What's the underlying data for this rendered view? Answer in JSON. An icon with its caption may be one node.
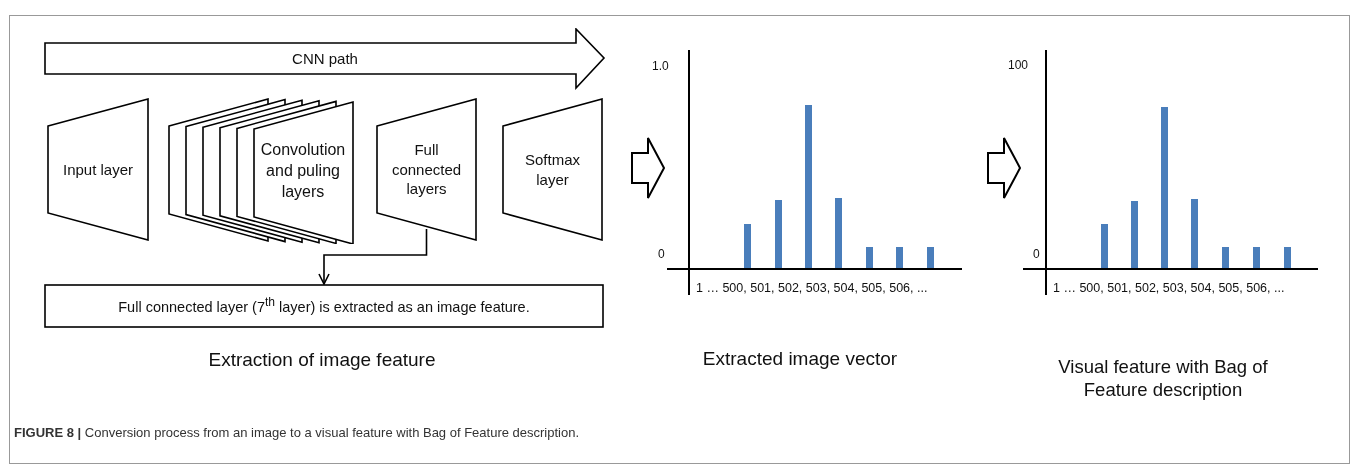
{
  "diagram": {
    "caption": "**FIGURE 8 |** Conversion process from an image to a visual feature with Bag of Feature description.",
    "nodes": [
      {
        "text": [
          "CNN path"
        ]
      },
      {
        "text": [
          "Input layer"
        ]
      },
      {
        "text": [
          "Convolution and puling layers"
        ]
      },
      {
        "text": [
          "Full connected layers"
        ]
      },
      {
        "text": [
          "Softmax layer"
        ]
      },
      {
        "text": [
          "Full connected layer (7$^{th}$ layer) is extracted as an image feature."
        ]
      },
      {
        "text": [],
        "shape": "chart"
      },
      {
        "text": [],
        "shape": "chart"
      }
    ],
    "edges": [
      {
        "from": 3,
        "to": 5,
        "arrow": "to"
      },
      {
        "from": null,
        "to": 6,
        "arrow": "to",
        "style": "thick"
      },
      {
        "from": 6,
        "to": 7,
        "arrow": "to",
        "style": "thick"
      }
    ],
    "labels": [
      "1.0",
      "0",
      "1 … 500, 501, 502, 503, 504, 505, 506, ...",
      "100",
      "0",
      "1 … 500, 501, 502, 503, 504, 505, 506, ...",
      "Extraction of image feature",
      "Extracted image vector",
      "Visual feature with Bag of Feature description"
    ]
  }
}
